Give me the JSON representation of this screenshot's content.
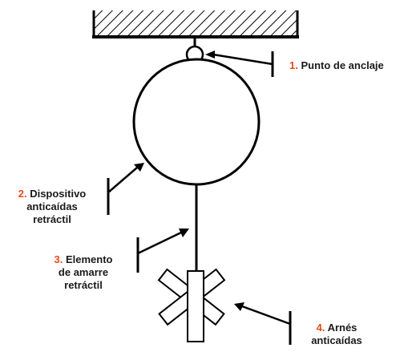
{
  "accent_color": "#e8491d",
  "line_color": "#000000",
  "labels": {
    "anchor_point": {
      "number": "1.",
      "line1": "Punto de anclaje"
    },
    "retractable_device": {
      "number": "2.",
      "line1": "Dispositivo",
      "line2": "anticaídas",
      "line3": "retráctil"
    },
    "retractable_lanyard": {
      "number": "3.",
      "line1": "Elemento",
      "line2": "de amarre",
      "line3": "retráctil"
    },
    "harness": {
      "number": "4.",
      "line1": "Arnés",
      "line2": "anticaídas"
    }
  }
}
